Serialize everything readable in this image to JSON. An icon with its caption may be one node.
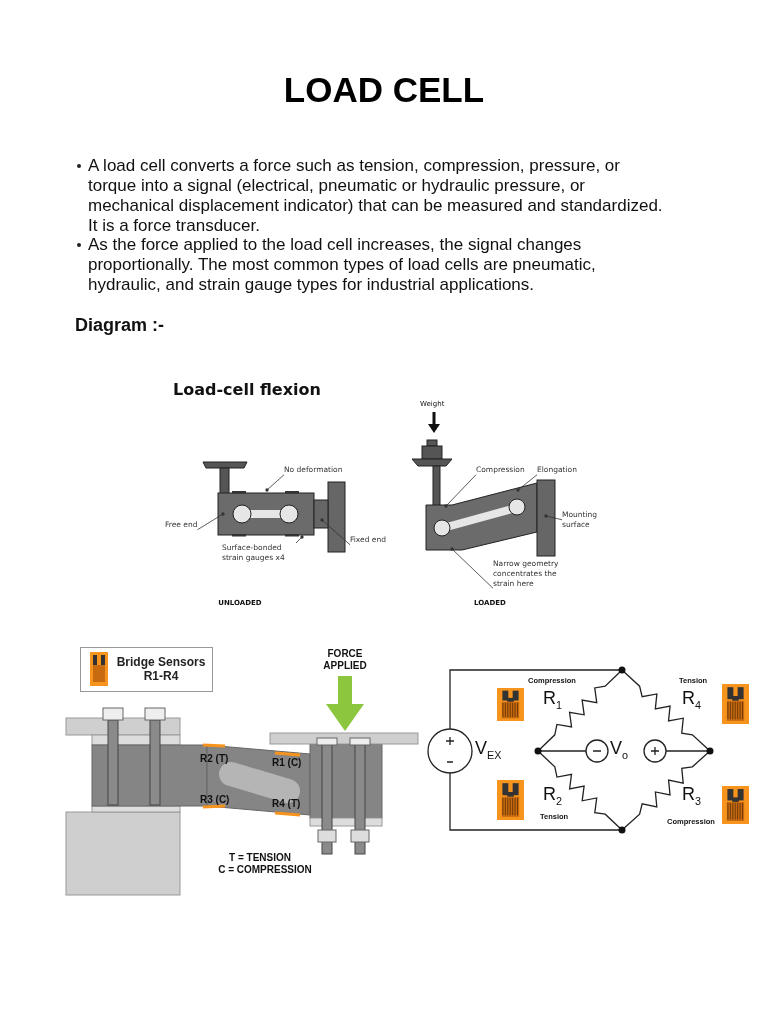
{
  "diagram": {
    "title": "LOAD CELL",
    "nodes": [
      {
        "text": [
          "No deformation"
        ]
      },
      {
        "text": [
          "Free end"
        ]
      },
      {
        "text": [
          "Fixed end"
        ]
      },
      {
        "text": [
          "Surface-bonded strain gauges x4"
        ]
      },
      {
        "text": [
          "Compression"
        ]
      },
      {
        "text": [
          "Elongation"
        ]
      },
      {
        "text": [
          "Mounting surface"
        ]
      },
      {
        "text": [
          "Narrow geometry concentrates the strain here"
        ]
      }
    ],
    "edges": [
      {
        "from": 0,
        "to": null,
        "arrow": "other"
      },
      {
        "from": 1,
        "to": null,
        "arrow": "other"
      },
      {
        "from": 2,
        "to": null,
        "arrow": "other"
      },
      {
        "from": 3,
        "to": null,
        "arrow": "other"
      },
      {
        "from": 4,
        "to": null,
        "arrow": "other"
      },
      {
        "from": 5,
        "to": null,
        "arrow": "other"
      },
      {
        "from": 6,
        "to": null,
        "arrow": "other"
      },
      {
        "from": 7,
        "to": null,
        "arrow": "other"
      }
    ],
    "labels": [
      "A load cell converts a force such as tension, compression, pressure, or torque into a signal (electrical, pneumatic or hydraulic pressure, or mechanical displacement indicator) that can be measured and standardized. It is a force transducer.",
      "As the force applied to the load cell increases, the signal changes proportionally. The most common types of load cells are pneumatic, hydraulic, and strain gauge types for industrial applications.",
      "Diagram :-",
      "Load-cell flexion",
      "Weight",
      "UNLOADED",
      "LOADED",
      "FORCE APPLIED",
      "R2 (T)",
      "R1 (C)",
      "R3 (C)",
      "R4 (T)",
      "T = TENSION",
      "C = COMPRESSION",
      "Compression",
      "R$_{1}$",
      "Tension",
      "R$_{4}$",
      "V$_{EX}$",
      "V$_{o}$",
      "R$_{2}$",
      "Tension",
      "R$_{3}$",
      "Compression"
    ],
    "legend": [
      {
        "text": "Bridge Sensors R1-R4"
      }
    ]
  }
}
